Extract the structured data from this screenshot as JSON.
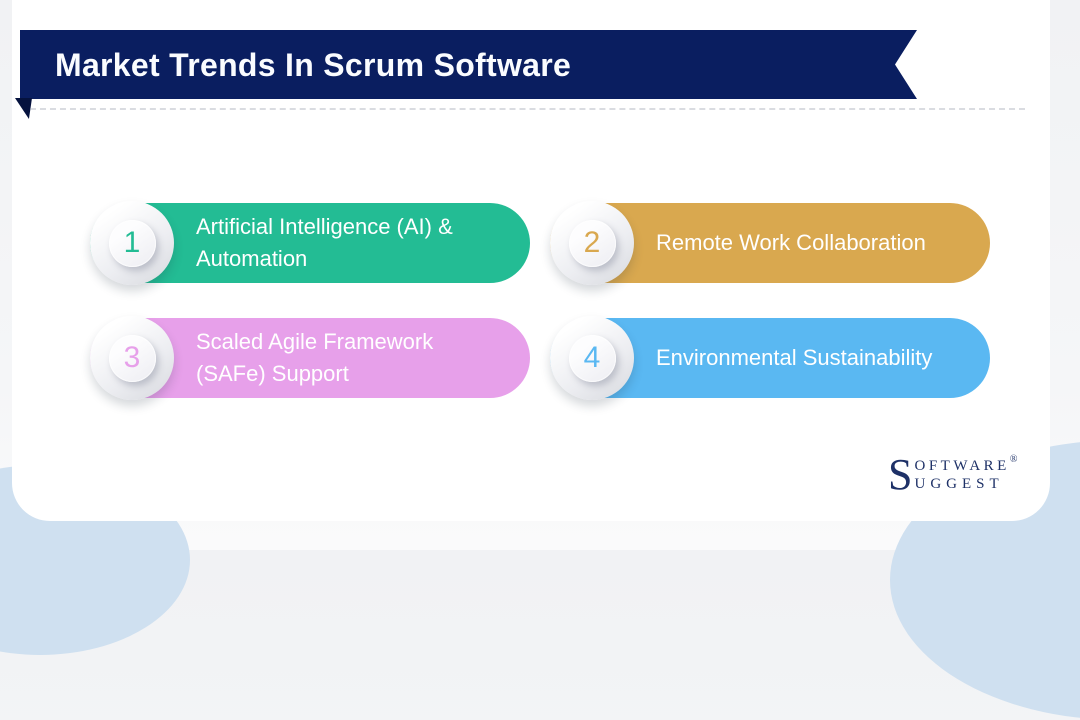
{
  "header": {
    "title": "Market Trends In Scrum Software"
  },
  "trends": [
    {
      "number": "1",
      "lines": [
        "Artificial Intelligence (AI) &",
        "Automation"
      ],
      "color": "#23bc94"
    },
    {
      "number": "2",
      "lines": [
        "Remote Work Collaboration"
      ],
      "color": "#d9a84f"
    },
    {
      "number": "3",
      "lines": [
        "Scaled Agile Framework",
        "(SAFe) Support"
      ],
      "color": "#e7a0ea"
    },
    {
      "number": "4",
      "lines": [
        "Environmental Sustainability"
      ],
      "color": "#5ab8f2"
    }
  ],
  "branding": {
    "initial": "S",
    "word_top": "OFTWARE",
    "word_bottom": "UGGEST",
    "registered": "®",
    "color": "#1e3167"
  },
  "theme": {
    "banner": "#0a1e60",
    "banner_fold": "#05123e",
    "card": "#ffffff",
    "accent_blob": "#cfe0f0",
    "title_text": "#fafcff"
  }
}
